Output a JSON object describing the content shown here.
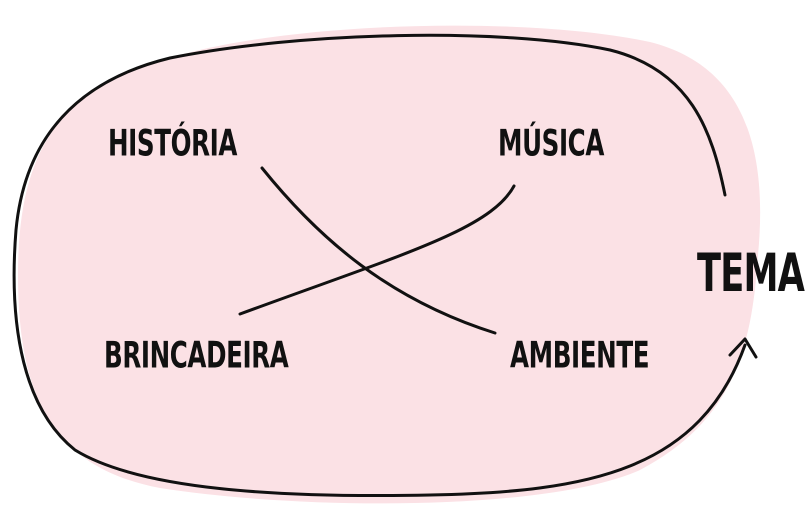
{
  "diagram": {
    "nodes": {
      "historia": "HISTÓRIA",
      "musica": "MÚSICA",
      "brincadeira": "BRINCADEIRA",
      "ambiente": "AMBIENTE",
      "tema": "TEMA"
    },
    "connections": [
      {
        "from": "historia",
        "to": "ambiente"
      },
      {
        "from": "musica",
        "to": "brincadeira"
      }
    ],
    "colors": {
      "blob_fill": "#fbe1e5",
      "ink": "#111111"
    }
  }
}
